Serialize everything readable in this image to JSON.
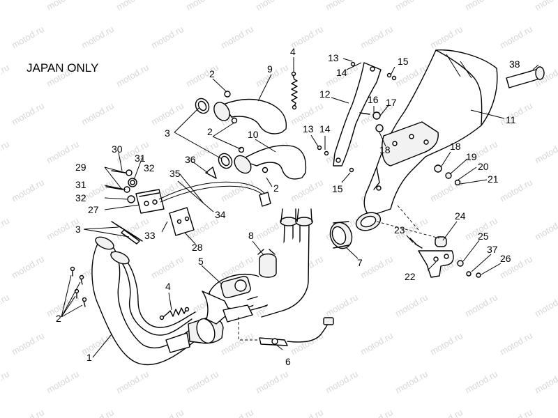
{
  "region_label": "JAPAN ONLY",
  "watermark_text": "motod.ru",
  "callouts": [
    "1",
    "2",
    "2",
    "2",
    "2",
    "3",
    "3",
    "3",
    "4",
    "4",
    "5",
    "6",
    "7",
    "8",
    "9",
    "10",
    "11",
    "12",
    "13",
    "13",
    "14",
    "14",
    "15",
    "15",
    "16",
    "17",
    "18",
    "18",
    "19",
    "20",
    "21",
    "22",
    "23",
    "24",
    "25",
    "26",
    "27",
    "28",
    "29",
    "30",
    "31",
    "31",
    "32",
    "32",
    "33",
    "34",
    "35",
    "36",
    "37",
    "38"
  ]
}
